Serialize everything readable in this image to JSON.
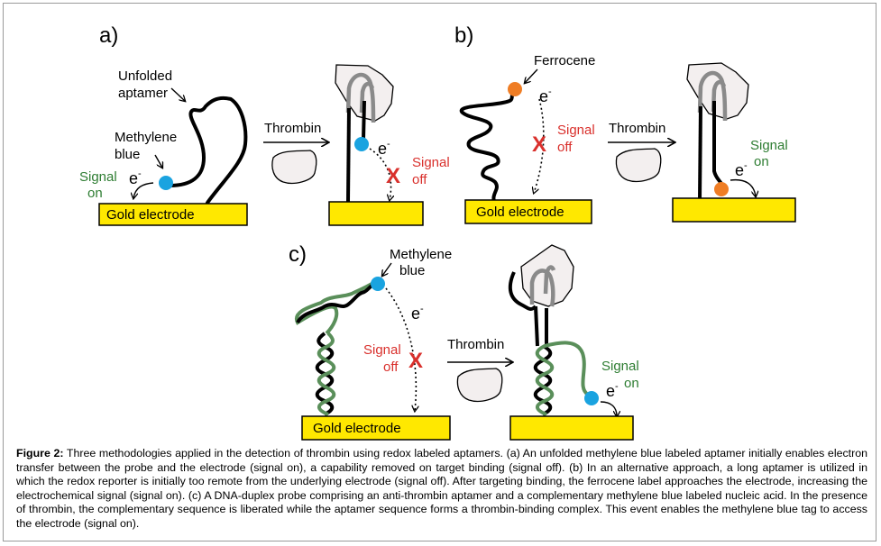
{
  "panels": {
    "a": {
      "label": "a)",
      "unfolded_aptamer": [
        "Unfolded",
        "aptamer"
      ],
      "methylene_blue": [
        "Methylene",
        "blue"
      ],
      "signal_on": [
        "Signal",
        "on"
      ],
      "electron": "e",
      "electron_sup": "-",
      "electrode": "Gold electrode",
      "thrombin": "Thrombin",
      "signal_off": [
        "Signal",
        "off"
      ],
      "cross": "X"
    },
    "b": {
      "label": "b)",
      "ferrocene": "Ferrocene",
      "electron": "e",
      "electron_sup": "-",
      "signal_off": [
        "Signal",
        "off"
      ],
      "cross": "X",
      "electrode": "Gold electrode",
      "thrombin": "Thrombin",
      "signal_on": [
        "Signal",
        "on"
      ]
    },
    "c": {
      "label": "c)",
      "methylene_blue": [
        "Methylene",
        "blue"
      ],
      "electron": "e",
      "electron_sup": "-",
      "signal_off": [
        "Signal",
        "off"
      ],
      "cross": "X",
      "electrode": "Gold electrode",
      "thrombin": "Thrombin",
      "signal_on": [
        "Signal",
        "on"
      ]
    }
  },
  "colors": {
    "electrode": "#ffe800",
    "methylene_blue": "#1aa3e0",
    "ferrocene": "#ef7d24",
    "signal_on_text": "#2e7d32",
    "signal_off_text": "#d9302c",
    "complementary_strand": "#5a8f5a"
  },
  "caption": {
    "label": "Figure 2:",
    "text": "Three methodologies applied in the detection of thrombin using redox labeled aptamers. (a) An unfolded methylene blue labeled aptamer initially enables electron transfer between the probe and the electrode (signal on), a capability removed on target binding (signal off). (b) In an alternative approach, a long aptamer is utilized in which the redox reporter is initially too remote from the underlying electrode (signal off).  After targeting binding, the ferrocene label approaches the electrode, increasing the electrochemical signal (signal on). (c) A DNA-duplex probe comprising an anti-thrombin aptamer and a complementary methylene blue labeled nucleic acid.  In the presence of thrombin, the complementary sequence is liberated while the aptamer sequence forms a thrombin-binding complex. This event enables the methylene blue tag to access the electrode (signal on)."
  }
}
